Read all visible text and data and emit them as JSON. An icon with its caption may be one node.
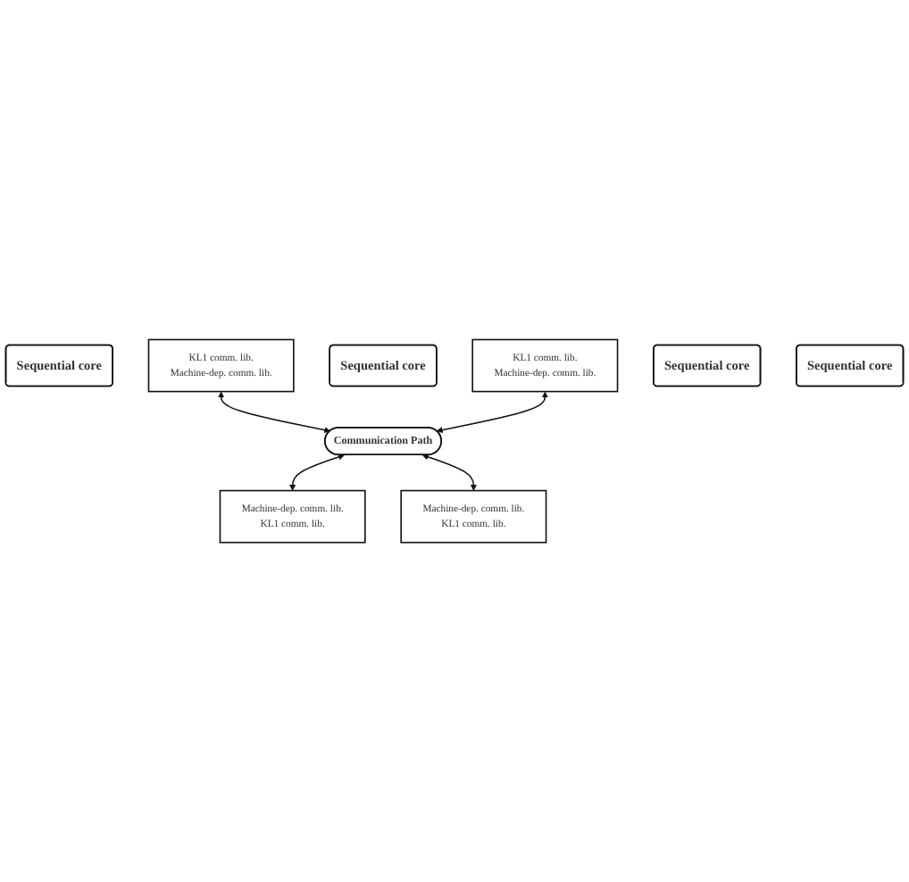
{
  "diagram": {
    "nodes": [
      {
        "text": [
          "Sequential core"
        ]
      },
      {
        "text": [
          "KL1 comm. lib.",
          "Machine-dep. comm. lib."
        ]
      },
      {
        "text": [
          "Sequential core"
        ]
      },
      {
        "text": [
          "KL1 comm. lib.",
          "Machine-dep. comm. lib."
        ]
      },
      {
        "text": [
          "Communication Path"
        ]
      },
      {
        "text": [
          "Machine-dep. comm. lib.",
          "KL1 comm. lib."
        ]
      },
      {
        "text": [
          "Sequential core"
        ]
      },
      {
        "text": [
          "Machine-dep. comm. lib.",
          "KL1 comm. lib."
        ]
      },
      {
        "text": [
          "Sequential core"
        ]
      }
    ],
    "edges": [
      {
        "from": 1,
        "to": 4,
        "arrow": "both"
      },
      {
        "from": 3,
        "to": 4,
        "arrow": "both"
      },
      {
        "from": 4,
        "to": 5,
        "arrow": "both"
      },
      {
        "from": 4,
        "to": 7,
        "arrow": "both"
      }
    ]
  }
}
